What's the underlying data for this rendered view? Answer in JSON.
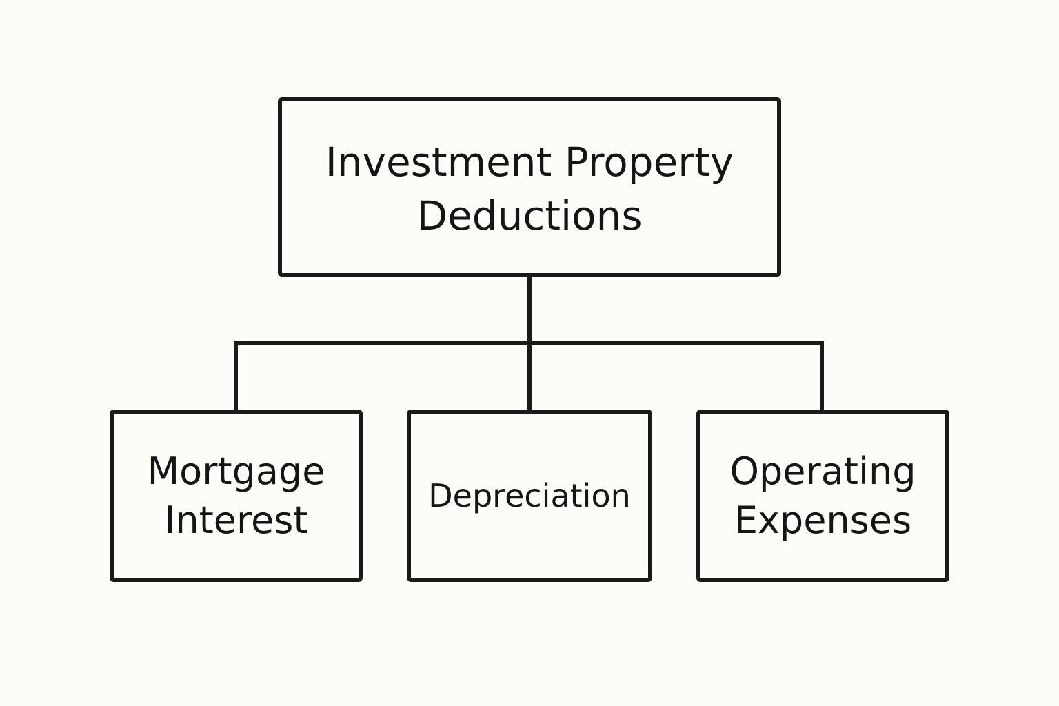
{
  "diagram": {
    "root": {
      "line1": "Investment Property",
      "line2": "Deductions"
    },
    "children": [
      {
        "line1": "Mortgage",
        "line2": "Interest"
      },
      {
        "line1": "Depreciation"
      },
      {
        "line1": "Operating",
        "line2": "Expenses"
      }
    ]
  },
  "colors": {
    "background": "#fdfcf8",
    "stroke": "#1a1a1a",
    "text": "#151515"
  }
}
